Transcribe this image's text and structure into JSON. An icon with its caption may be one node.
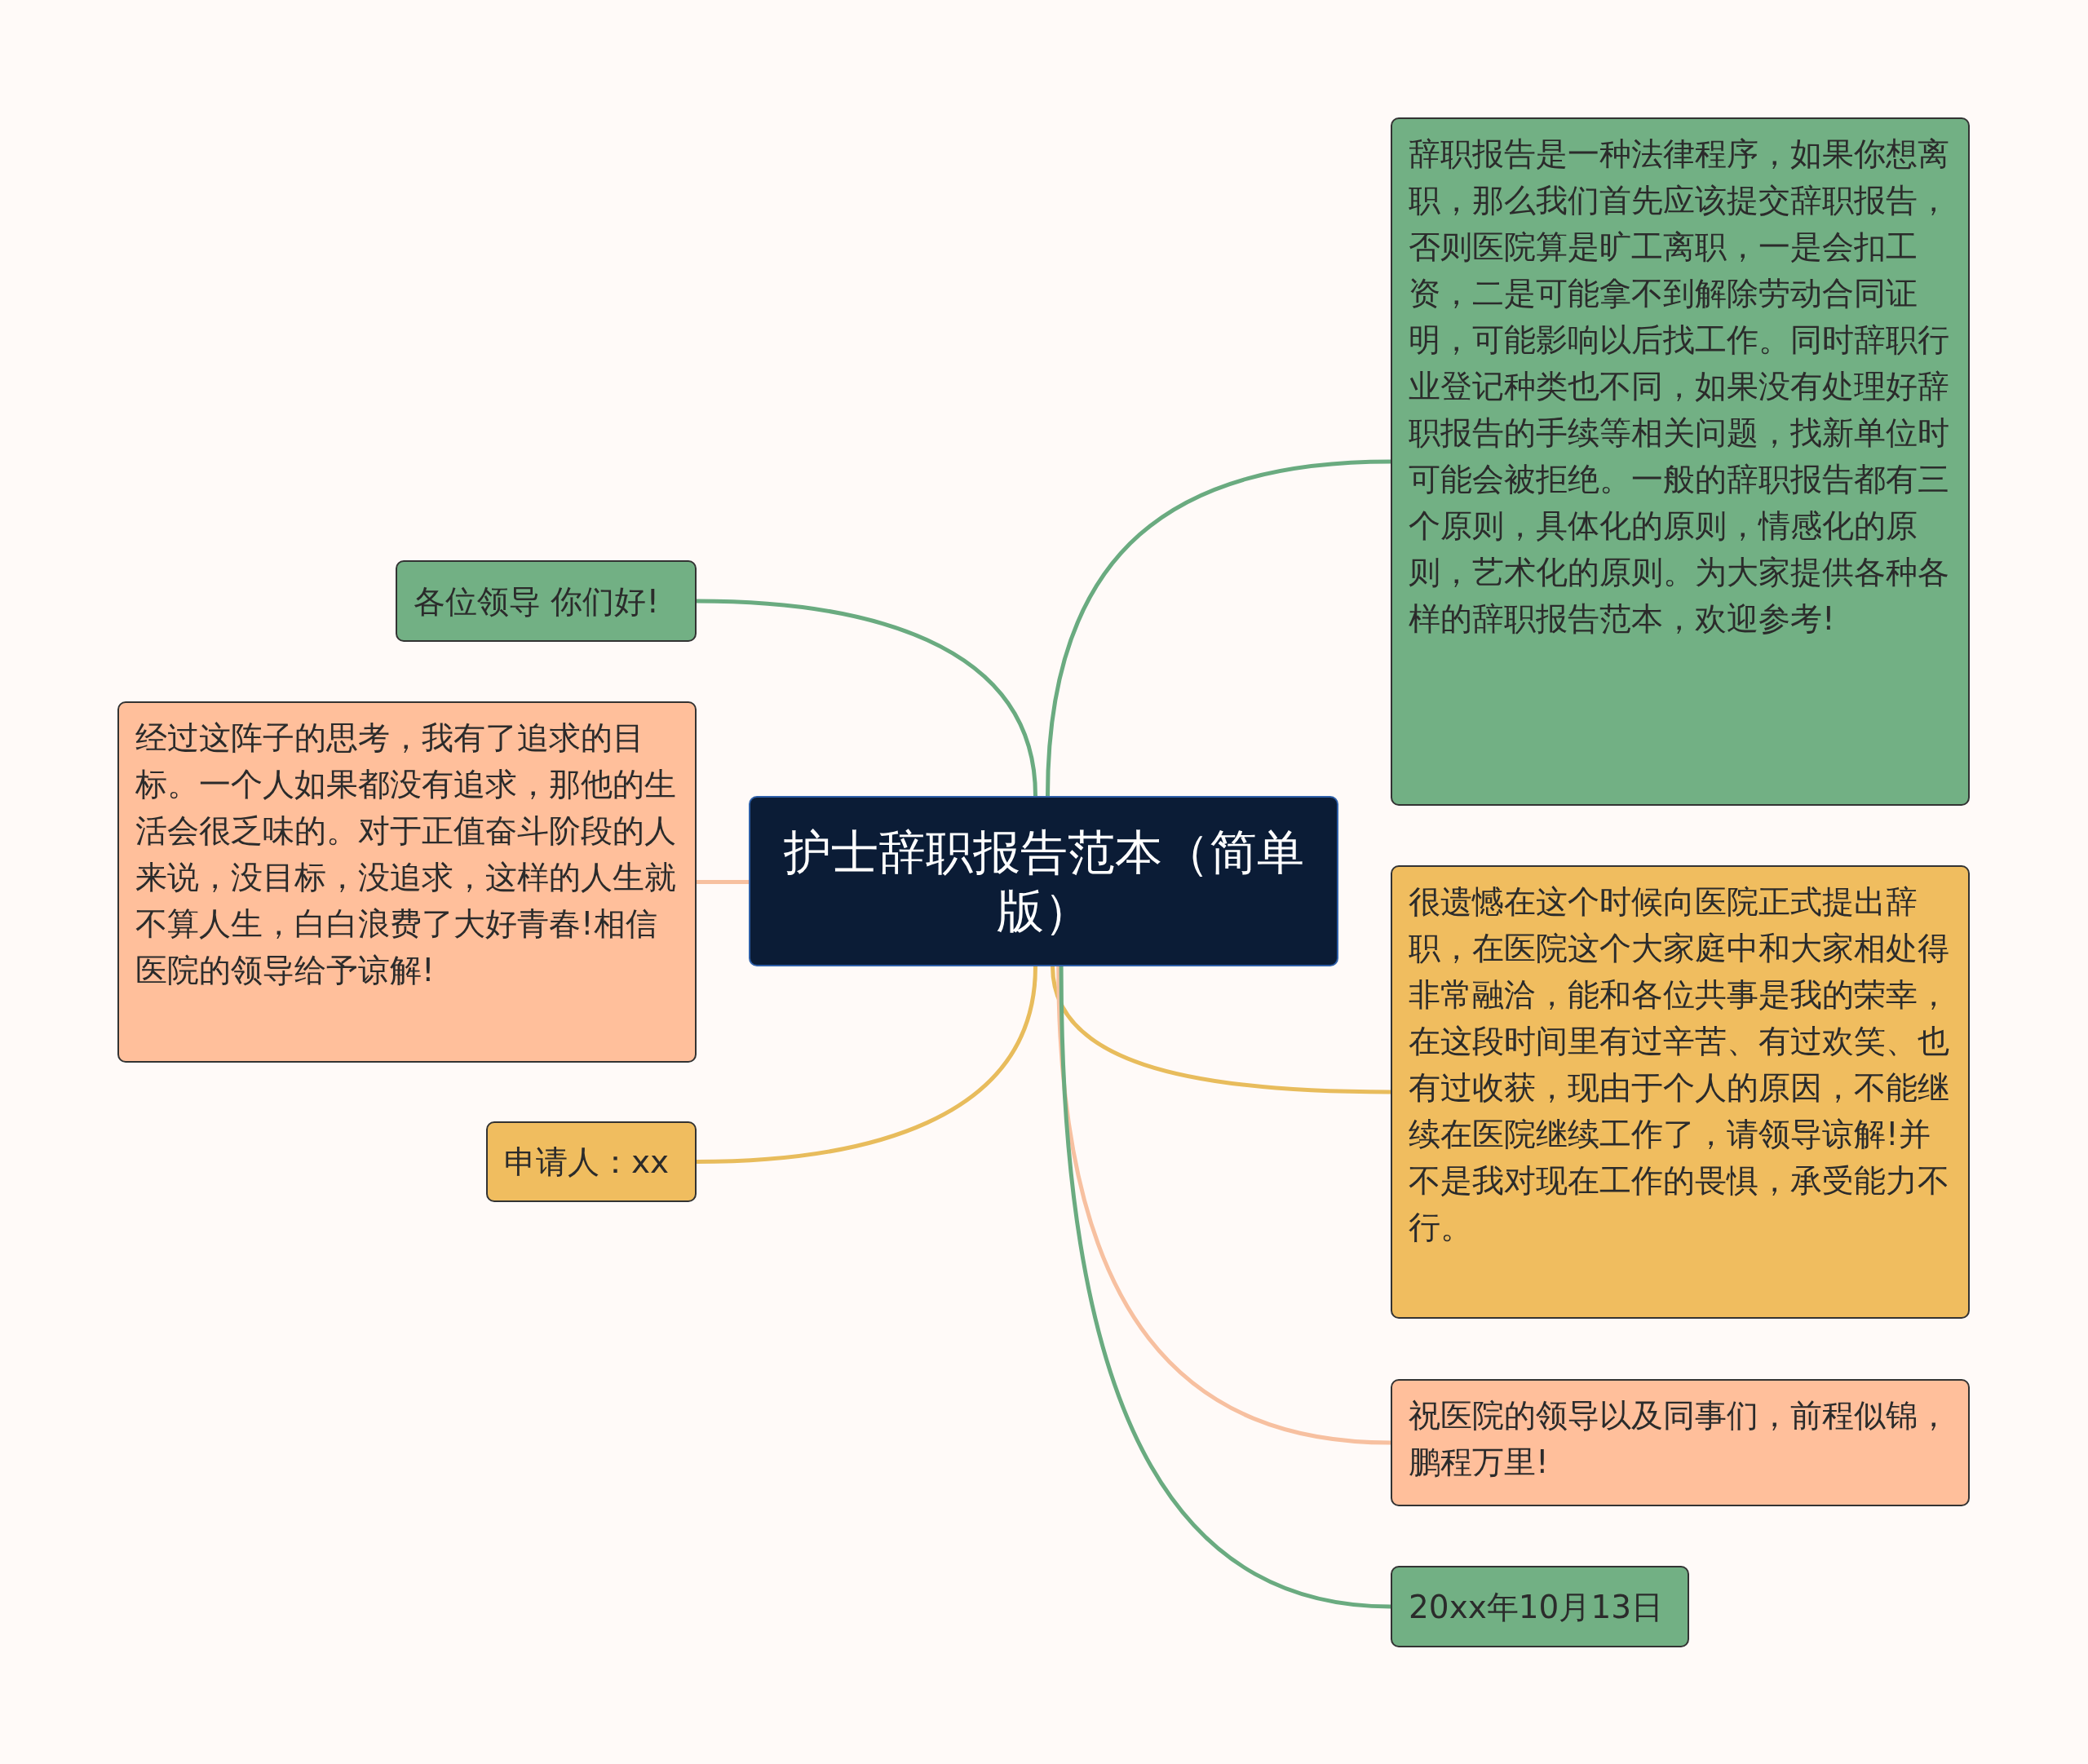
{
  "diagram": {
    "nodes": [
      {
        "text": [
          "护士辞职报告范本（简单版）"
        ]
      },
      {
        "text": [
          "各位领导 你们好!"
        ]
      },
      {
        "text": [
          "经过这阵子的思考，我有了追求的目标。一个人如果都没有追求，那他的生活会很乏味的。对于正值奋斗阶段的人来说，没目标，没追求，这样的人生就不算人生，白白浪费了大好青春!相信医院的领导给予谅解!"
        ]
      },
      {
        "text": [
          "申请人：xx"
        ]
      },
      {
        "text": [
          "辞职报告是一种法律程序，如果你想离职，那么我们首先应该提交辞职报告，否则医院算是旷工离职，一是会扣工资，二是可能拿不到解除劳动合同证明，可能影响以后找工作。同时辞职行业登记种类也不同，如果没有处理好辞职报告的手续等相关问题，找新单位时可能会被拒绝。一般的辞职报告都有三个原则，具体化的原则，情感化的原则，艺术化的原则。为大家提供各种各样的辞职报告范本，欢迎参考!"
        ]
      },
      {
        "text": [
          "很遗憾在这个时候向医院正式提出辞职，在医院这个大家庭中和大家相处得非常融洽，能和各位共事是我的荣幸，在这段时间里有过辛苦、有过欢笑、也有过收获，现由于个人的原因，不能继续在医院继续工作了，请领导谅解!并不是我对现在工作的畏惧，承受能力不行。"
        ]
      },
      {
        "text": [
          "祝医院的领导以及同事们，前程似锦，鹏程万里!"
        ]
      },
      {
        "text": [
          "20xx年10月13日"
        ]
      }
    ],
    "edges": [
      {
        "from": 0,
        "to": 1,
        "arrow": "none",
        "color": "#6aab80"
      },
      {
        "from": 0,
        "to": 2,
        "arrow": "none",
        "color": "#f7c0a0"
      },
      {
        "from": 0,
        "to": 3,
        "arrow": "none",
        "color": "#e8bc5c"
      },
      {
        "from": 0,
        "to": 4,
        "arrow": "none",
        "color": "#6aab80"
      },
      {
        "from": 0,
        "to": 5,
        "arrow": "none",
        "color": "#e8bc5c"
      },
      {
        "from": 0,
        "to": 6,
        "arrow": "none",
        "color": "#f7c0a0"
      },
      {
        "from": 0,
        "to": 7,
        "arrow": "none",
        "color": "#6aab80"
      }
    ]
  }
}
